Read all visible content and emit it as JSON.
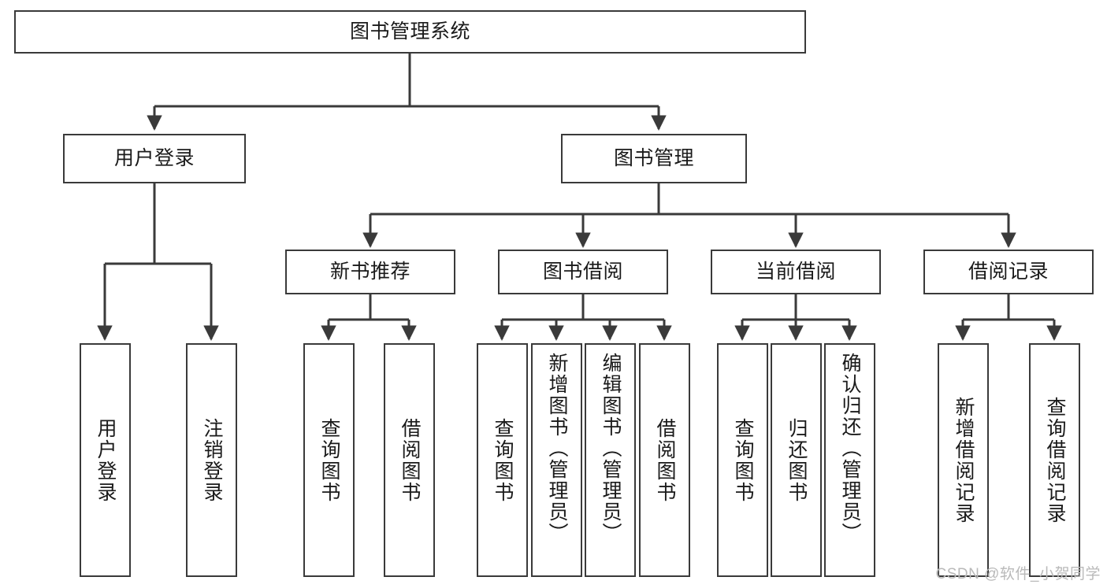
{
  "diagram": {
    "title_node": {
      "id": "root",
      "label": "图书管理系统"
    },
    "level1": [
      {
        "id": "user-login",
        "label": "用户登录"
      },
      {
        "id": "book-manage",
        "label": "图书管理"
      }
    ],
    "level2": [
      {
        "id": "new-book-recommend",
        "label": "新书推荐"
      },
      {
        "id": "book-borrow",
        "label": "图书借阅"
      },
      {
        "id": "current-borrow",
        "label": "当前借阅"
      },
      {
        "id": "borrow-record",
        "label": "借阅记录"
      }
    ],
    "leaves": [
      {
        "id": "leaf-user-login",
        "label": "用户登录",
        "parent": "user-login"
      },
      {
        "id": "leaf-logout",
        "label": "注销登录",
        "parent": "user-login"
      },
      {
        "id": "leaf-query-book-1",
        "label": "查询图书",
        "parent": "new-book-recommend"
      },
      {
        "id": "leaf-borrow-book-1",
        "label": "借阅图书",
        "parent": "new-book-recommend"
      },
      {
        "id": "leaf-query-book-2",
        "label": "查询图书",
        "parent": "book-borrow"
      },
      {
        "id": "leaf-add-book",
        "label": "新增图书（管理员）",
        "parent": "book-borrow"
      },
      {
        "id": "leaf-edit-book",
        "label": "编辑图书（管理员）",
        "parent": "book-borrow"
      },
      {
        "id": "leaf-borrow-book-2",
        "label": "借阅图书",
        "parent": "book-borrow"
      },
      {
        "id": "leaf-query-book-3",
        "label": "查询图书",
        "parent": "current-borrow"
      },
      {
        "id": "leaf-return-book",
        "label": "归还图书",
        "parent": "current-borrow"
      },
      {
        "id": "leaf-confirm-return",
        "label": "确认归还（管理员）",
        "parent": "current-borrow"
      },
      {
        "id": "leaf-add-record",
        "label": "新增借阅记录",
        "parent": "borrow-record"
      },
      {
        "id": "leaf-query-record",
        "label": "查询借阅记录",
        "parent": "borrow-record"
      }
    ],
    "colors": {
      "border": "#3a3a3a",
      "text": "#1a1a1a",
      "background": "#ffffff",
      "watermark": "#b9b9b9"
    }
  },
  "watermark": {
    "text": "CSDN @软件_小贺同学"
  }
}
